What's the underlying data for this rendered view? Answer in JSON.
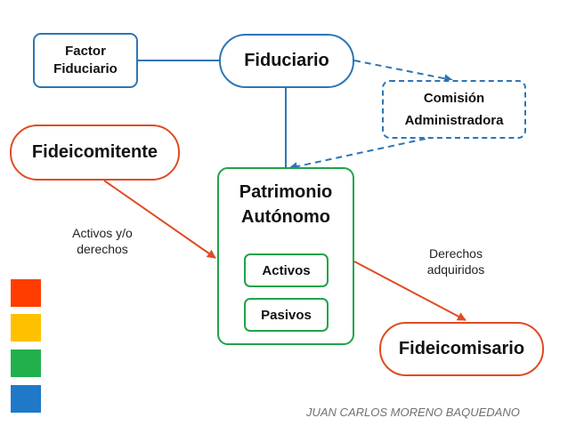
{
  "nodes": {
    "factor_fiduciario": "Factor\nFiduciario",
    "fiduciario": "Fiduciario",
    "comision": "Comisión\nAdministradora",
    "fideicomitente": "Fideicomitente",
    "patrimonio": "Patrimonio\nAutónomo",
    "activos": "Activos",
    "pasivos": "Pasivos",
    "fideicomisario": "Fideicomisario"
  },
  "edge_labels": {
    "activos_derechos": "Activos y/o\nderechos",
    "derechos_adquiridos": "Derechos\nadquiridos"
  },
  "footer": "JUAN CARLOS MORENO BAQUEDANO",
  "colors": {
    "blue": "#2e75b6",
    "orange": "#e04b22",
    "green": "#21a34a",
    "swatches": [
      "#ff3d00",
      "#ffc000",
      "#21b04b",
      "#1f78c8"
    ]
  }
}
